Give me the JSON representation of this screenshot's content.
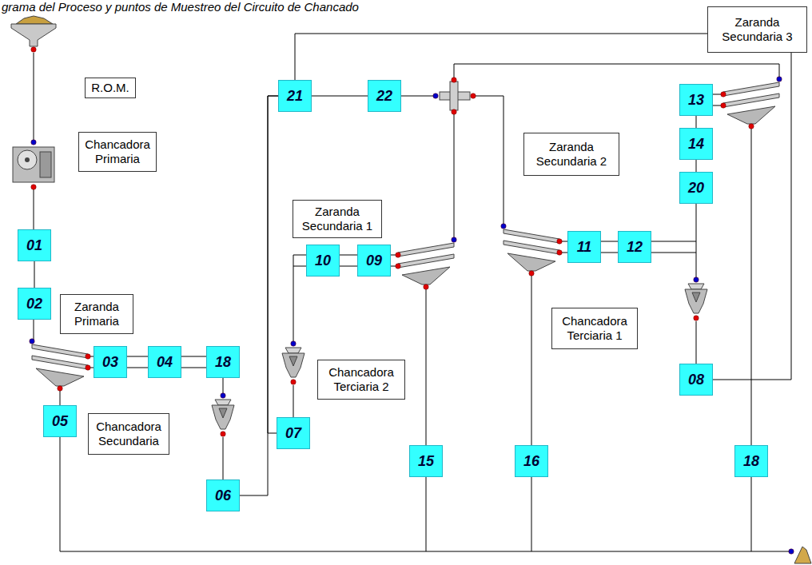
{
  "diagram": {
    "title": "grama del Proceso y puntos de Muestreo del Circuito de Chancado",
    "nodes": [
      {
        "text": [
          "R.O.M."
        ]
      },
      {
        "text": [
          "Chancadora Primaria"
        ]
      },
      {
        "text": [
          "01"
        ]
      },
      {
        "text": [
          "02"
        ]
      },
      {
        "text": [
          "Zaranda Primaria"
        ]
      },
      {
        "text": [
          "03"
        ]
      },
      {
        "text": [
          "04"
        ]
      },
      {
        "text": [
          "18"
        ]
      },
      {
        "text": [
          "05"
        ]
      },
      {
        "text": [
          "Chancadora Secundaria"
        ]
      },
      {
        "text": [
          "06"
        ]
      },
      {
        "text": [
          "07"
        ]
      },
      {
        "text": [
          "Chancadora Terciaria 2"
        ]
      },
      {
        "text": [
          "21"
        ]
      },
      {
        "text": [
          "22"
        ]
      },
      {
        "text": [
          "Zaranda Secundaria 1"
        ]
      },
      {
        "text": [
          "10"
        ]
      },
      {
        "text": [
          "09"
        ]
      },
      {
        "text": [
          "15"
        ]
      },
      {
        "text": [
          "16"
        ]
      },
      {
        "text": [
          "Zaranda Secundaria 2"
        ]
      },
      {
        "text": [
          "11"
        ]
      },
      {
        "text": [
          "12"
        ]
      },
      {
        "text": [
          "Chancadora Terciaria 1"
        ]
      },
      {
        "text": [
          "13"
        ]
      },
      {
        "text": [
          "14"
        ]
      },
      {
        "text": [
          "20"
        ]
      },
      {
        "text": [
          "08"
        ]
      },
      {
        "text": [
          "18"
        ]
      },
      {
        "text": [
          "Zaranda Secundaria 3"
        ]
      }
    ],
    "edges": [
      {
        "from": 2,
        "to": 3,
        "arrow": "none"
      },
      {
        "from": 5,
        "to": 6,
        "arrow": "none"
      },
      {
        "from": 6,
        "to": 7,
        "arrow": "none"
      },
      {
        "from": 10,
        "to": 13,
        "arrow": "none"
      },
      {
        "from": 11,
        "to": 13,
        "arrow": "none"
      },
      {
        "from": 13,
        "to": 14,
        "arrow": "none"
      },
      {
        "from": 13,
        "to": 29,
        "arrow": "none"
      },
      {
        "from": 16,
        "to": 17,
        "arrow": "none"
      },
      {
        "from": 21,
        "to": 22,
        "arrow": "none"
      },
      {
        "from": 24,
        "to": 25,
        "arrow": "none"
      },
      {
        "from": 25,
        "to": 26,
        "arrow": "none"
      },
      {
        "from": 27,
        "to": 29,
        "arrow": "none"
      }
    ]
  }
}
